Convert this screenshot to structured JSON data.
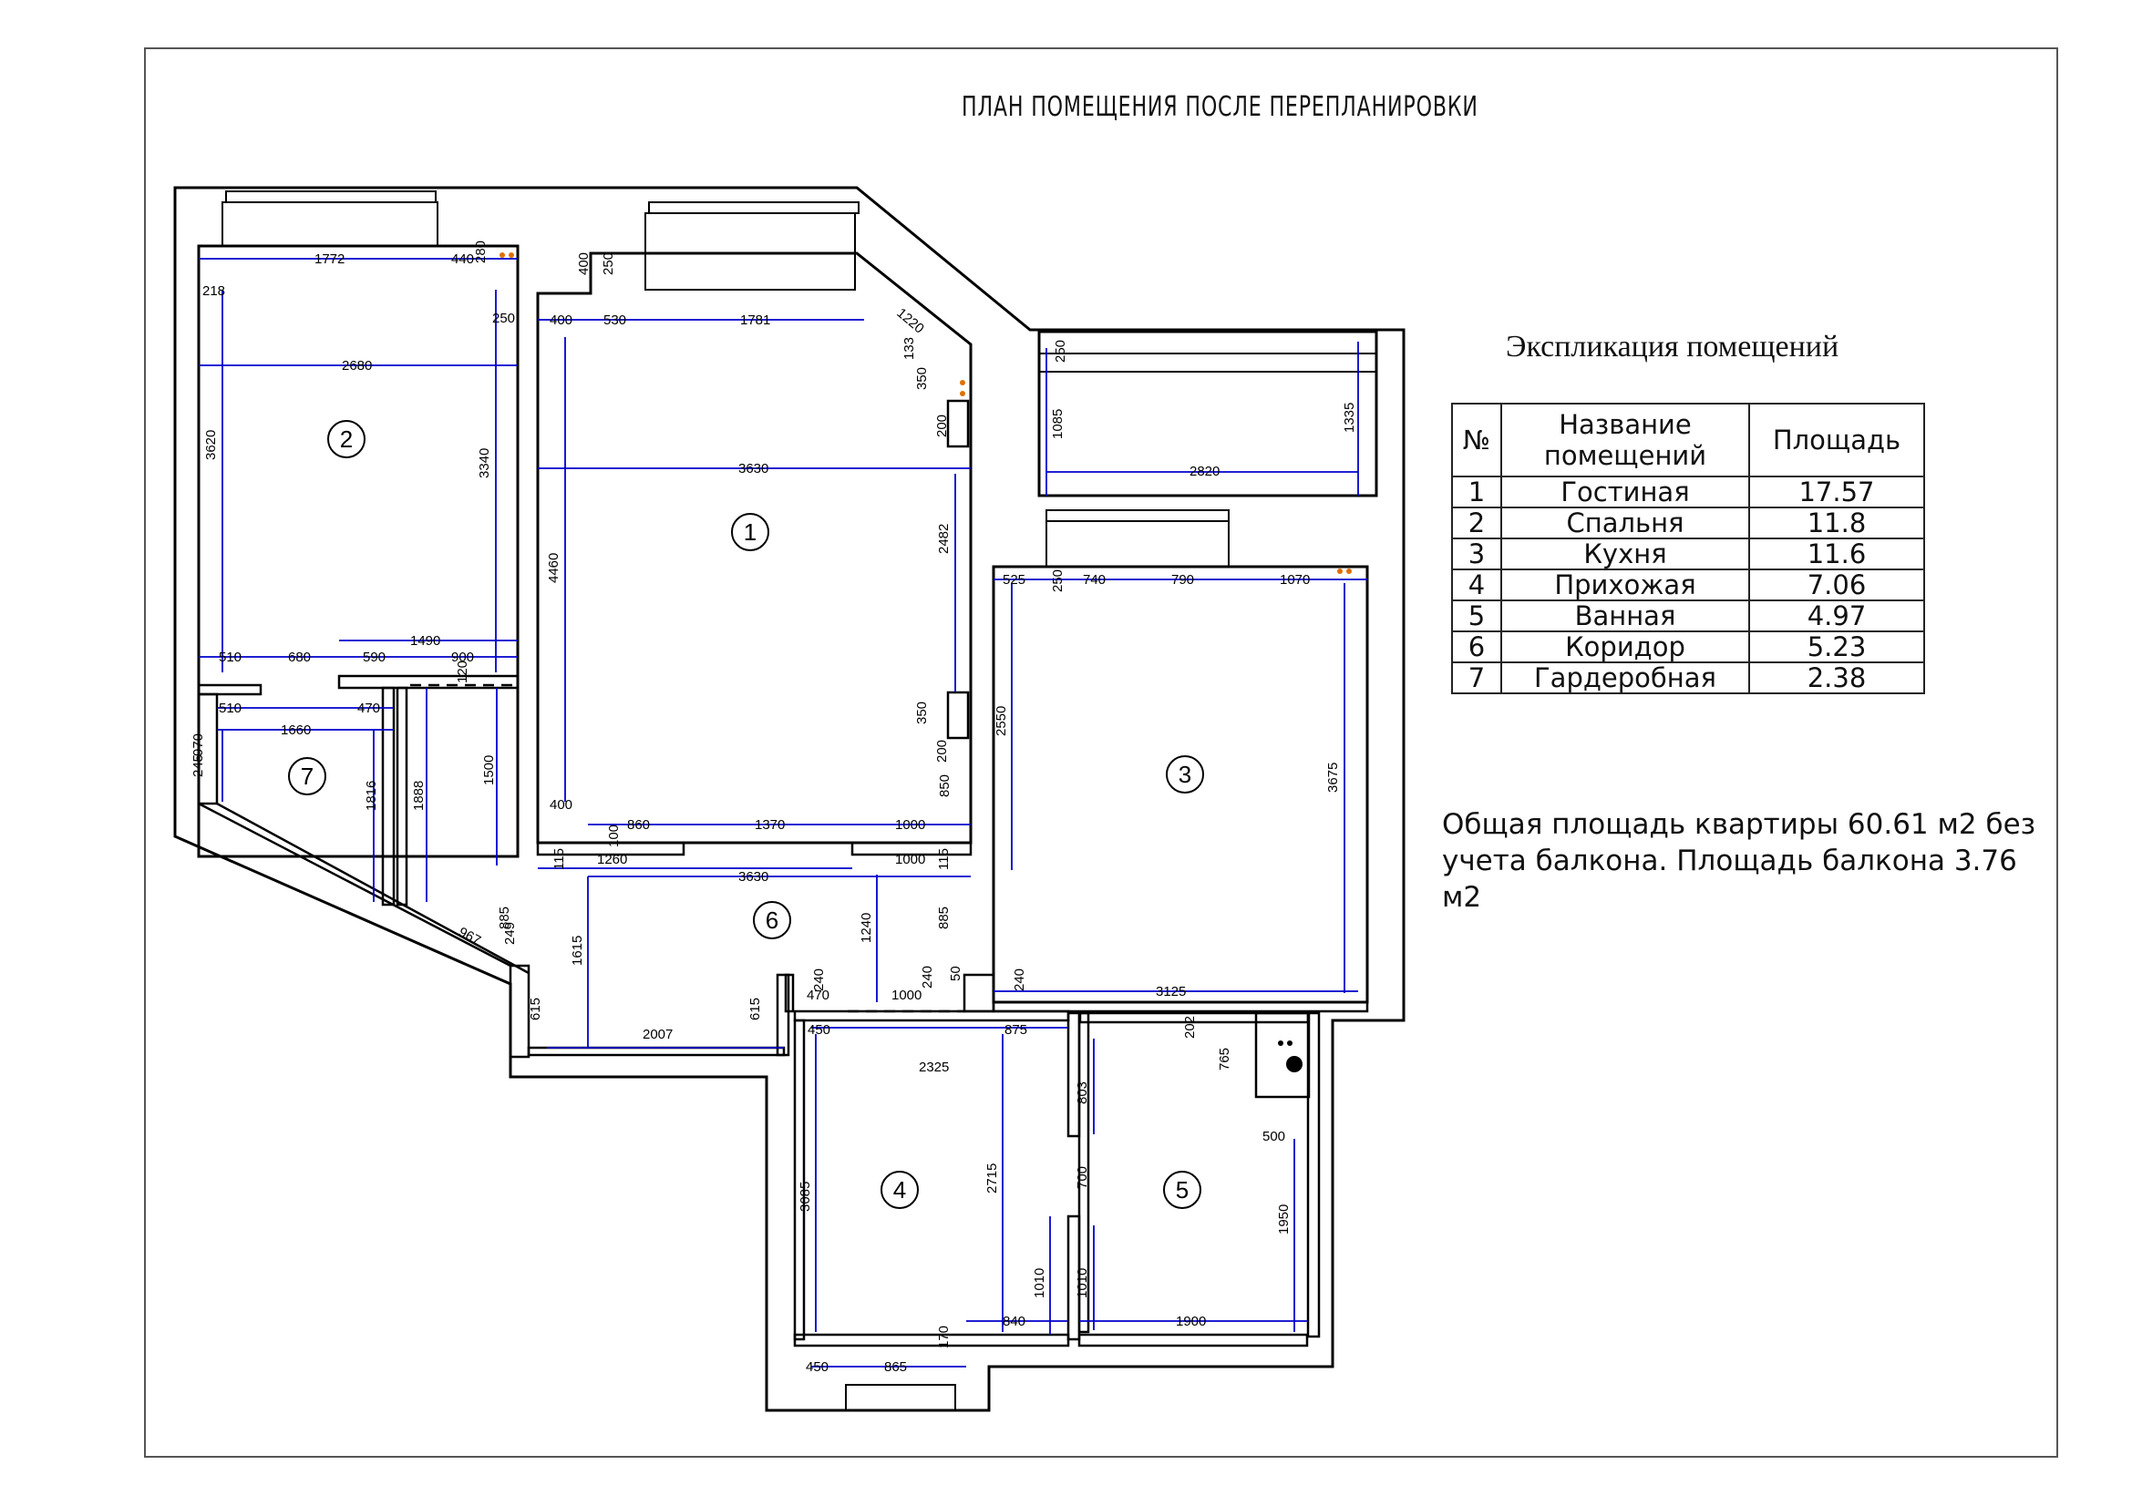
{
  "title": "ПЛАН ПОМЕЩЕНИЯ ПОСЛЕ ПЕРЕПЛАНИРОВКИ",
  "explication": {
    "title": "Экспликация помещений",
    "headers": {
      "num": "№",
      "name": "Название помещений",
      "area": "Площадь"
    },
    "rows": [
      {
        "num": "1",
        "name": "Гостиная",
        "area": "17.57"
      },
      {
        "num": "2",
        "name": "Спальня",
        "area": "11.8"
      },
      {
        "num": "3",
        "name": "Кухня",
        "area": "11.6"
      },
      {
        "num": "4",
        "name": "Прихожая",
        "area": "7.06"
      },
      {
        "num": "5",
        "name": "Ванная",
        "area": "4.97"
      },
      {
        "num": "6",
        "name": "Коридор",
        "area": "5.23"
      },
      {
        "num": "7",
        "name": "Гардеробная",
        "area": "2.38"
      }
    ]
  },
  "total_note": "Общая площадь квартиры 60.61 м2 без учета балкона. Площадь балкона 3.76 м2",
  "room_numbers": [
    "1",
    "2",
    "3",
    "4",
    "5",
    "6",
    "7"
  ],
  "dimensions": {
    "d1772": "1772",
    "d440": "440",
    "d280": "280",
    "d218": "218",
    "d250a": "250",
    "d2680": "2680",
    "d3620": "3620",
    "d3340": "3340",
    "d510a": "510",
    "d680": "680",
    "d1490": "1490",
    "d590": "590",
    "d900": "900",
    "d120": "120",
    "d510b": "510",
    "d1660": "1660",
    "d470": "470",
    "d970": "970",
    "d245": "245",
    "d1816": "1816",
    "d1888": "1888",
    "d1500": "1500",
    "d967": "967",
    "d885a": "885",
    "d249": "249",
    "d400a": "400",
    "d250b": "250",
    "d400b": "400",
    "d530": "530",
    "d1781": "1781",
    "d1220": "1220",
    "d133": "133",
    "d350a": "350",
    "d200a": "200",
    "d3630a": "3630",
    "d4460": "4460",
    "d2482": "2482",
    "d350b": "350",
    "d200b": "200",
    "d850": "850",
    "d400c": "400",
    "d860": "860",
    "d1370": "1370",
    "d1000a": "1000",
    "d100": "100",
    "d115a": "115",
    "d1260": "1260",
    "d3630b": "3630",
    "d1000b": "1000",
    "d115b": "115",
    "d1615": "1615",
    "d1240": "1240",
    "d885b": "885",
    "d615a": "615",
    "d2007": "2007",
    "d615b": "615",
    "d470b": "470",
    "d240a": "240",
    "d1000c": "1000",
    "d240b": "240",
    "d50": "50",
    "d250c": "250",
    "d1335": "1335",
    "d1085": "1085",
    "d2820": "2820",
    "d525": "525",
    "d250d": "250",
    "d740": "740",
    "d790": "790",
    "d1070": "1070",
    "d2550": "2550",
    "d3675": "3675",
    "d240c": "240",
    "d3125": "3125",
    "d450a": "450",
    "d875": "875",
    "d2325": "2325",
    "d3085": "3085",
    "d2715": "2715",
    "d803": "803",
    "d700": "700",
    "d1010a": "1010",
    "d1010b": "1010",
    "d840": "840",
    "d170": "170",
    "d450b": "450",
    "d865": "865",
    "d202": "202",
    "d765": "765",
    "d500": "500",
    "d1950": "1950",
    "d1900": "1900"
  },
  "colors": {
    "dimension": "#0000cc",
    "wall": "#000000",
    "fixture": "#e07000"
  }
}
